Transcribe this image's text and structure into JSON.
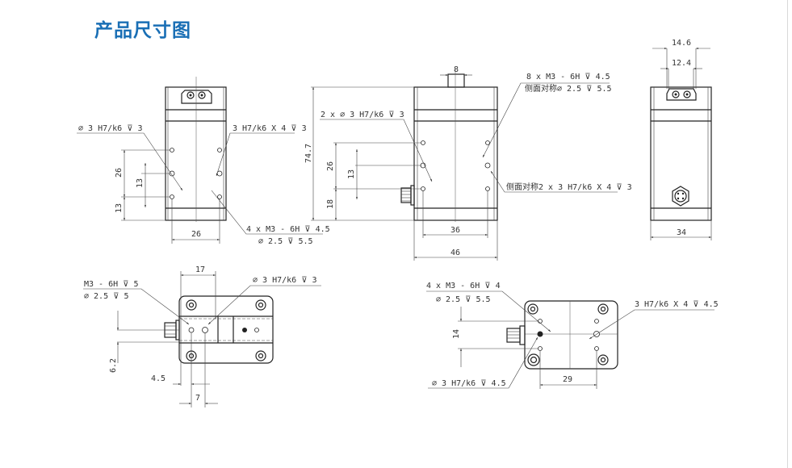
{
  "page": {
    "title": "产品尺寸图",
    "accent_color": "#1a6fb5"
  },
  "views": {
    "front": {
      "note_left": "∅ 3 H7/k6 ⊽ 3",
      "note_right": "3 H7/k6 X 4 ⊽ 3",
      "note_bottom_1": "4 x  M3 - 6H ⊽ 4.5",
      "note_bottom_2": "∅ 2.5 ⊽ 5.5",
      "dim_26_v": "26",
      "dim_13_v": "13",
      "dim_13_bottom": "13",
      "dim_26_h": "26"
    },
    "side": {
      "dim_8": "8",
      "dim_74_7": "74.7",
      "dim_26": "26",
      "dim_13": "13",
      "dim_18": "18",
      "dim_36": "36",
      "dim_46": "46",
      "note_left": "2 x ∅ 3 H7/k6 ⊽ 3",
      "note_top_1": "8 x  M3 - 6H ⊽ 4.5",
      "note_top_2": "侧面对称∅ 2.5 ⊽ 5.5",
      "note_right": "侧面对称2 x 3 H7/k6 X 4 ⊽ 3"
    },
    "back": {
      "dim_14_6": "14.6",
      "dim_12_4": "12.4",
      "dim_34": "34"
    },
    "top": {
      "dim_17": "17",
      "dim_6_2": "6.2",
      "dim_4_5": "4.5",
      "dim_7": "7",
      "note_left_1": "M3 - 6H ⊽ 5",
      "note_left_2": "∅ 2.5 ⊽ 5",
      "note_right": "∅ 3 H7/k6 ⊽ 3"
    },
    "bottom": {
      "dim_14": "14",
      "dim_29": "29",
      "note_top_1": "4 x  M3 - 6H ⊽ 4",
      "note_top_2": "∅ 2.5 ⊽ 5.5",
      "note_right": "3 H7/k6 X 4 ⊽ 4.5",
      "note_bottom": "∅ 3 H7/k6 ⊽ 4.5"
    }
  }
}
